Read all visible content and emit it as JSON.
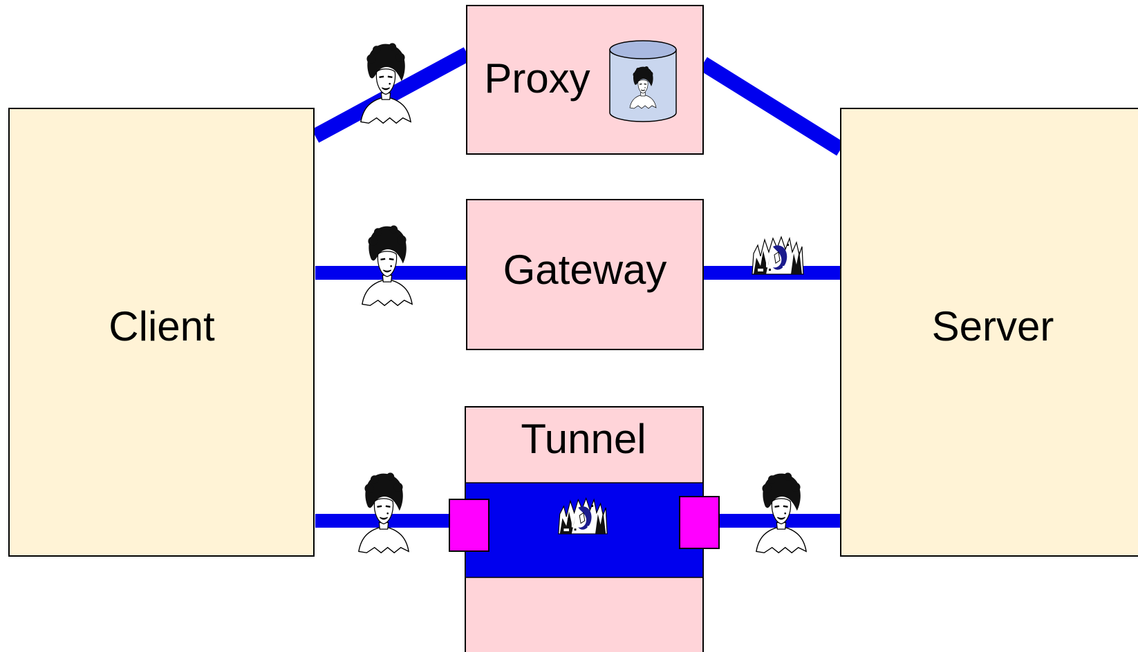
{
  "nodes": {
    "client": {
      "label": "Client"
    },
    "server": {
      "label": "Server"
    },
    "proxy": {
      "label": "Proxy"
    },
    "gateway": {
      "label": "Gateway"
    },
    "tunnel": {
      "label": "Tunnel"
    }
  },
  "colors": {
    "endpoint_fill": "#fff3d6",
    "intermediary_fill": "#ffd4d9",
    "link": "#0000ee",
    "tunnel_channel": "#0000ee",
    "tunnel_port": "#ff00ff",
    "cache_fill": "#c9d6ee"
  },
  "icons": {
    "payload": "portrait-icon",
    "encoded_payload": "scrambled-portrait-icon",
    "cache": "cache-cylinder-icon"
  }
}
